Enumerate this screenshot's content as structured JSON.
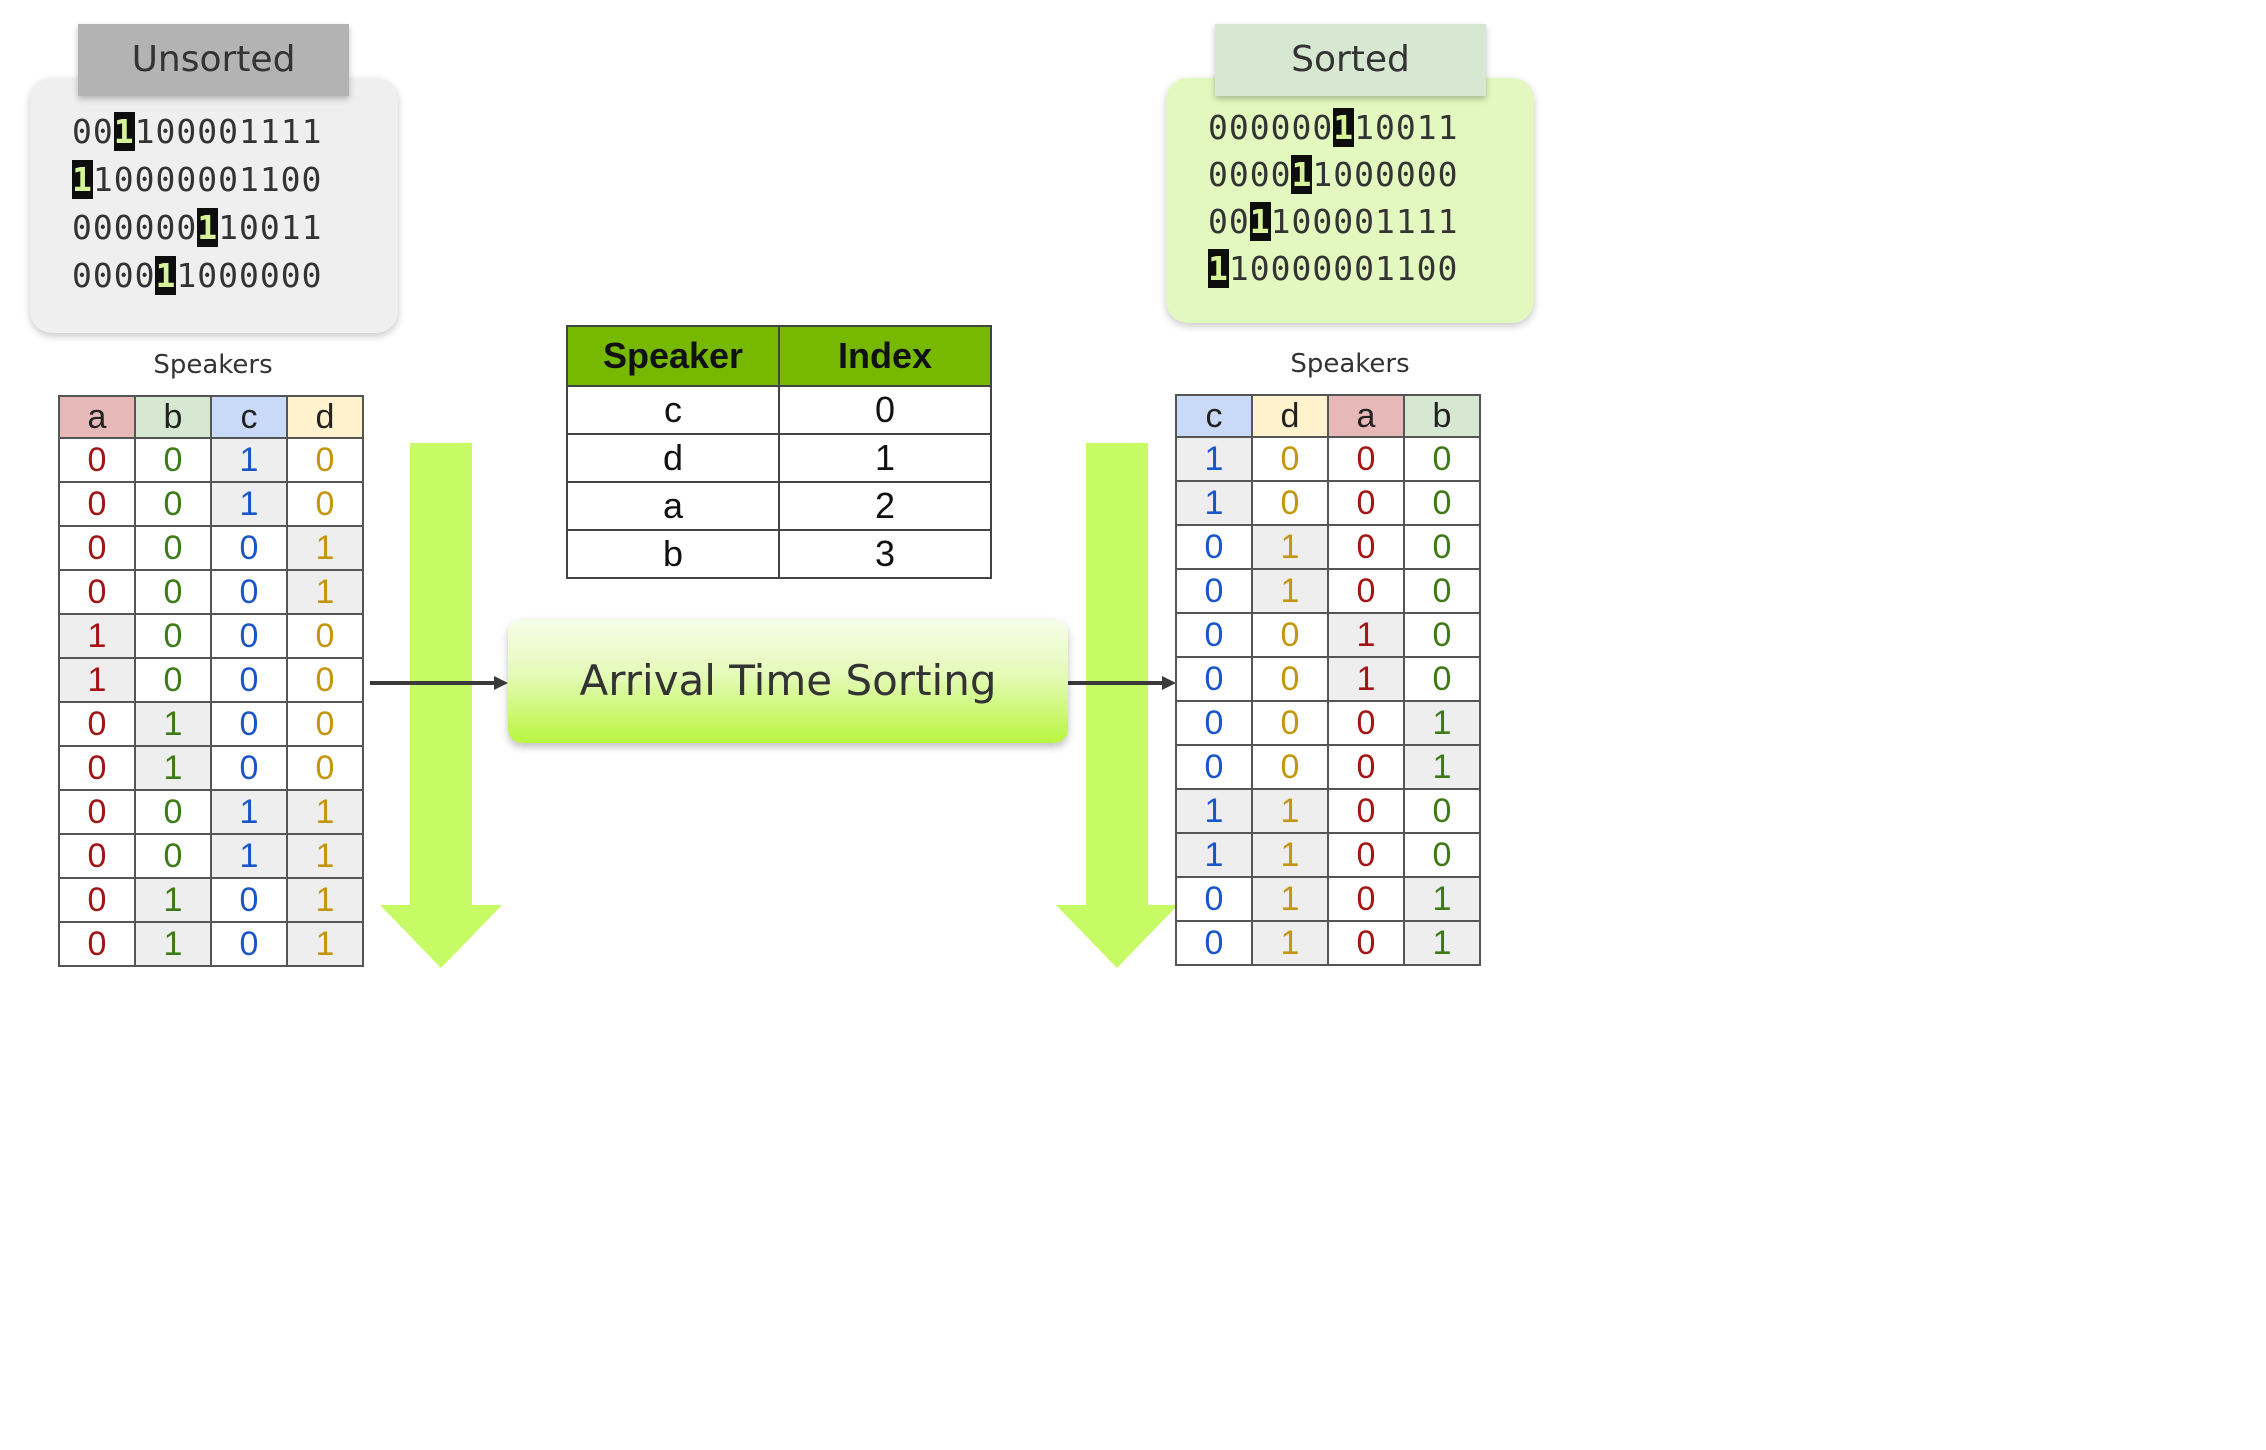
{
  "unsorted": {
    "title": "Unsorted",
    "lines": [
      {
        "pre": "00",
        "hl": "1",
        "post": "100001111"
      },
      {
        "pre": "",
        "hl": "1",
        "post": "10000001100"
      },
      {
        "pre": "000000",
        "hl": "1",
        "post": "10011"
      },
      {
        "pre": "0000",
        "hl": "1",
        "post": "1000000"
      }
    ]
  },
  "sorted": {
    "title": "Sorted",
    "lines": [
      {
        "pre": "000000",
        "hl": "1",
        "post": "10011"
      },
      {
        "pre": "0000",
        "hl": "1",
        "post": "1000000"
      },
      {
        "pre": "00",
        "hl": "1",
        "post": "100001111"
      },
      {
        "pre": "",
        "hl": "1",
        "post": "10000001100"
      }
    ]
  },
  "speakers_label": "Speakers",
  "left_table": {
    "headers": [
      "a",
      "b",
      "c",
      "d"
    ],
    "rows": [
      [
        0,
        0,
        1,
        0
      ],
      [
        0,
        0,
        1,
        0
      ],
      [
        0,
        0,
        0,
        1
      ],
      [
        0,
        0,
        0,
        1
      ],
      [
        1,
        0,
        0,
        0
      ],
      [
        1,
        0,
        0,
        0
      ],
      [
        0,
        1,
        0,
        0
      ],
      [
        0,
        1,
        0,
        0
      ],
      [
        0,
        0,
        1,
        1
      ],
      [
        0,
        0,
        1,
        1
      ],
      [
        0,
        1,
        0,
        1
      ],
      [
        0,
        1,
        0,
        1
      ]
    ]
  },
  "right_table": {
    "headers": [
      "c",
      "d",
      "a",
      "b"
    ],
    "rows": [
      [
        1,
        0,
        0,
        0
      ],
      [
        1,
        0,
        0,
        0
      ],
      [
        0,
        1,
        0,
        0
      ],
      [
        0,
        1,
        0,
        0
      ],
      [
        0,
        0,
        1,
        0
      ],
      [
        0,
        0,
        1,
        0
      ],
      [
        0,
        0,
        0,
        1
      ],
      [
        0,
        0,
        0,
        1
      ],
      [
        1,
        1,
        0,
        0
      ],
      [
        1,
        1,
        0,
        0
      ],
      [
        0,
        1,
        0,
        1
      ],
      [
        0,
        1,
        0,
        1
      ]
    ]
  },
  "index_table": {
    "headers": [
      "Speaker",
      "Index"
    ],
    "rows": [
      [
        "c",
        "0"
      ],
      [
        "d",
        "1"
      ],
      [
        "a",
        "2"
      ],
      [
        "b",
        "3"
      ]
    ]
  },
  "sort_box_label": "Arrival Time Sorting",
  "colors": {
    "speaker_text": {
      "a": "#a31515",
      "b": "#3d7a17",
      "c": "#1a56c9",
      "d": "#c4960e"
    },
    "speaker_header_bg": {
      "a": "#e6b8b7",
      "b": "#d6e8d2",
      "c": "#c9daf8",
      "d": "#fff2cc"
    },
    "active_cell_bg": "#eeeeee",
    "accent_green": "#76b900",
    "arrow_green": "#c6fb66"
  }
}
